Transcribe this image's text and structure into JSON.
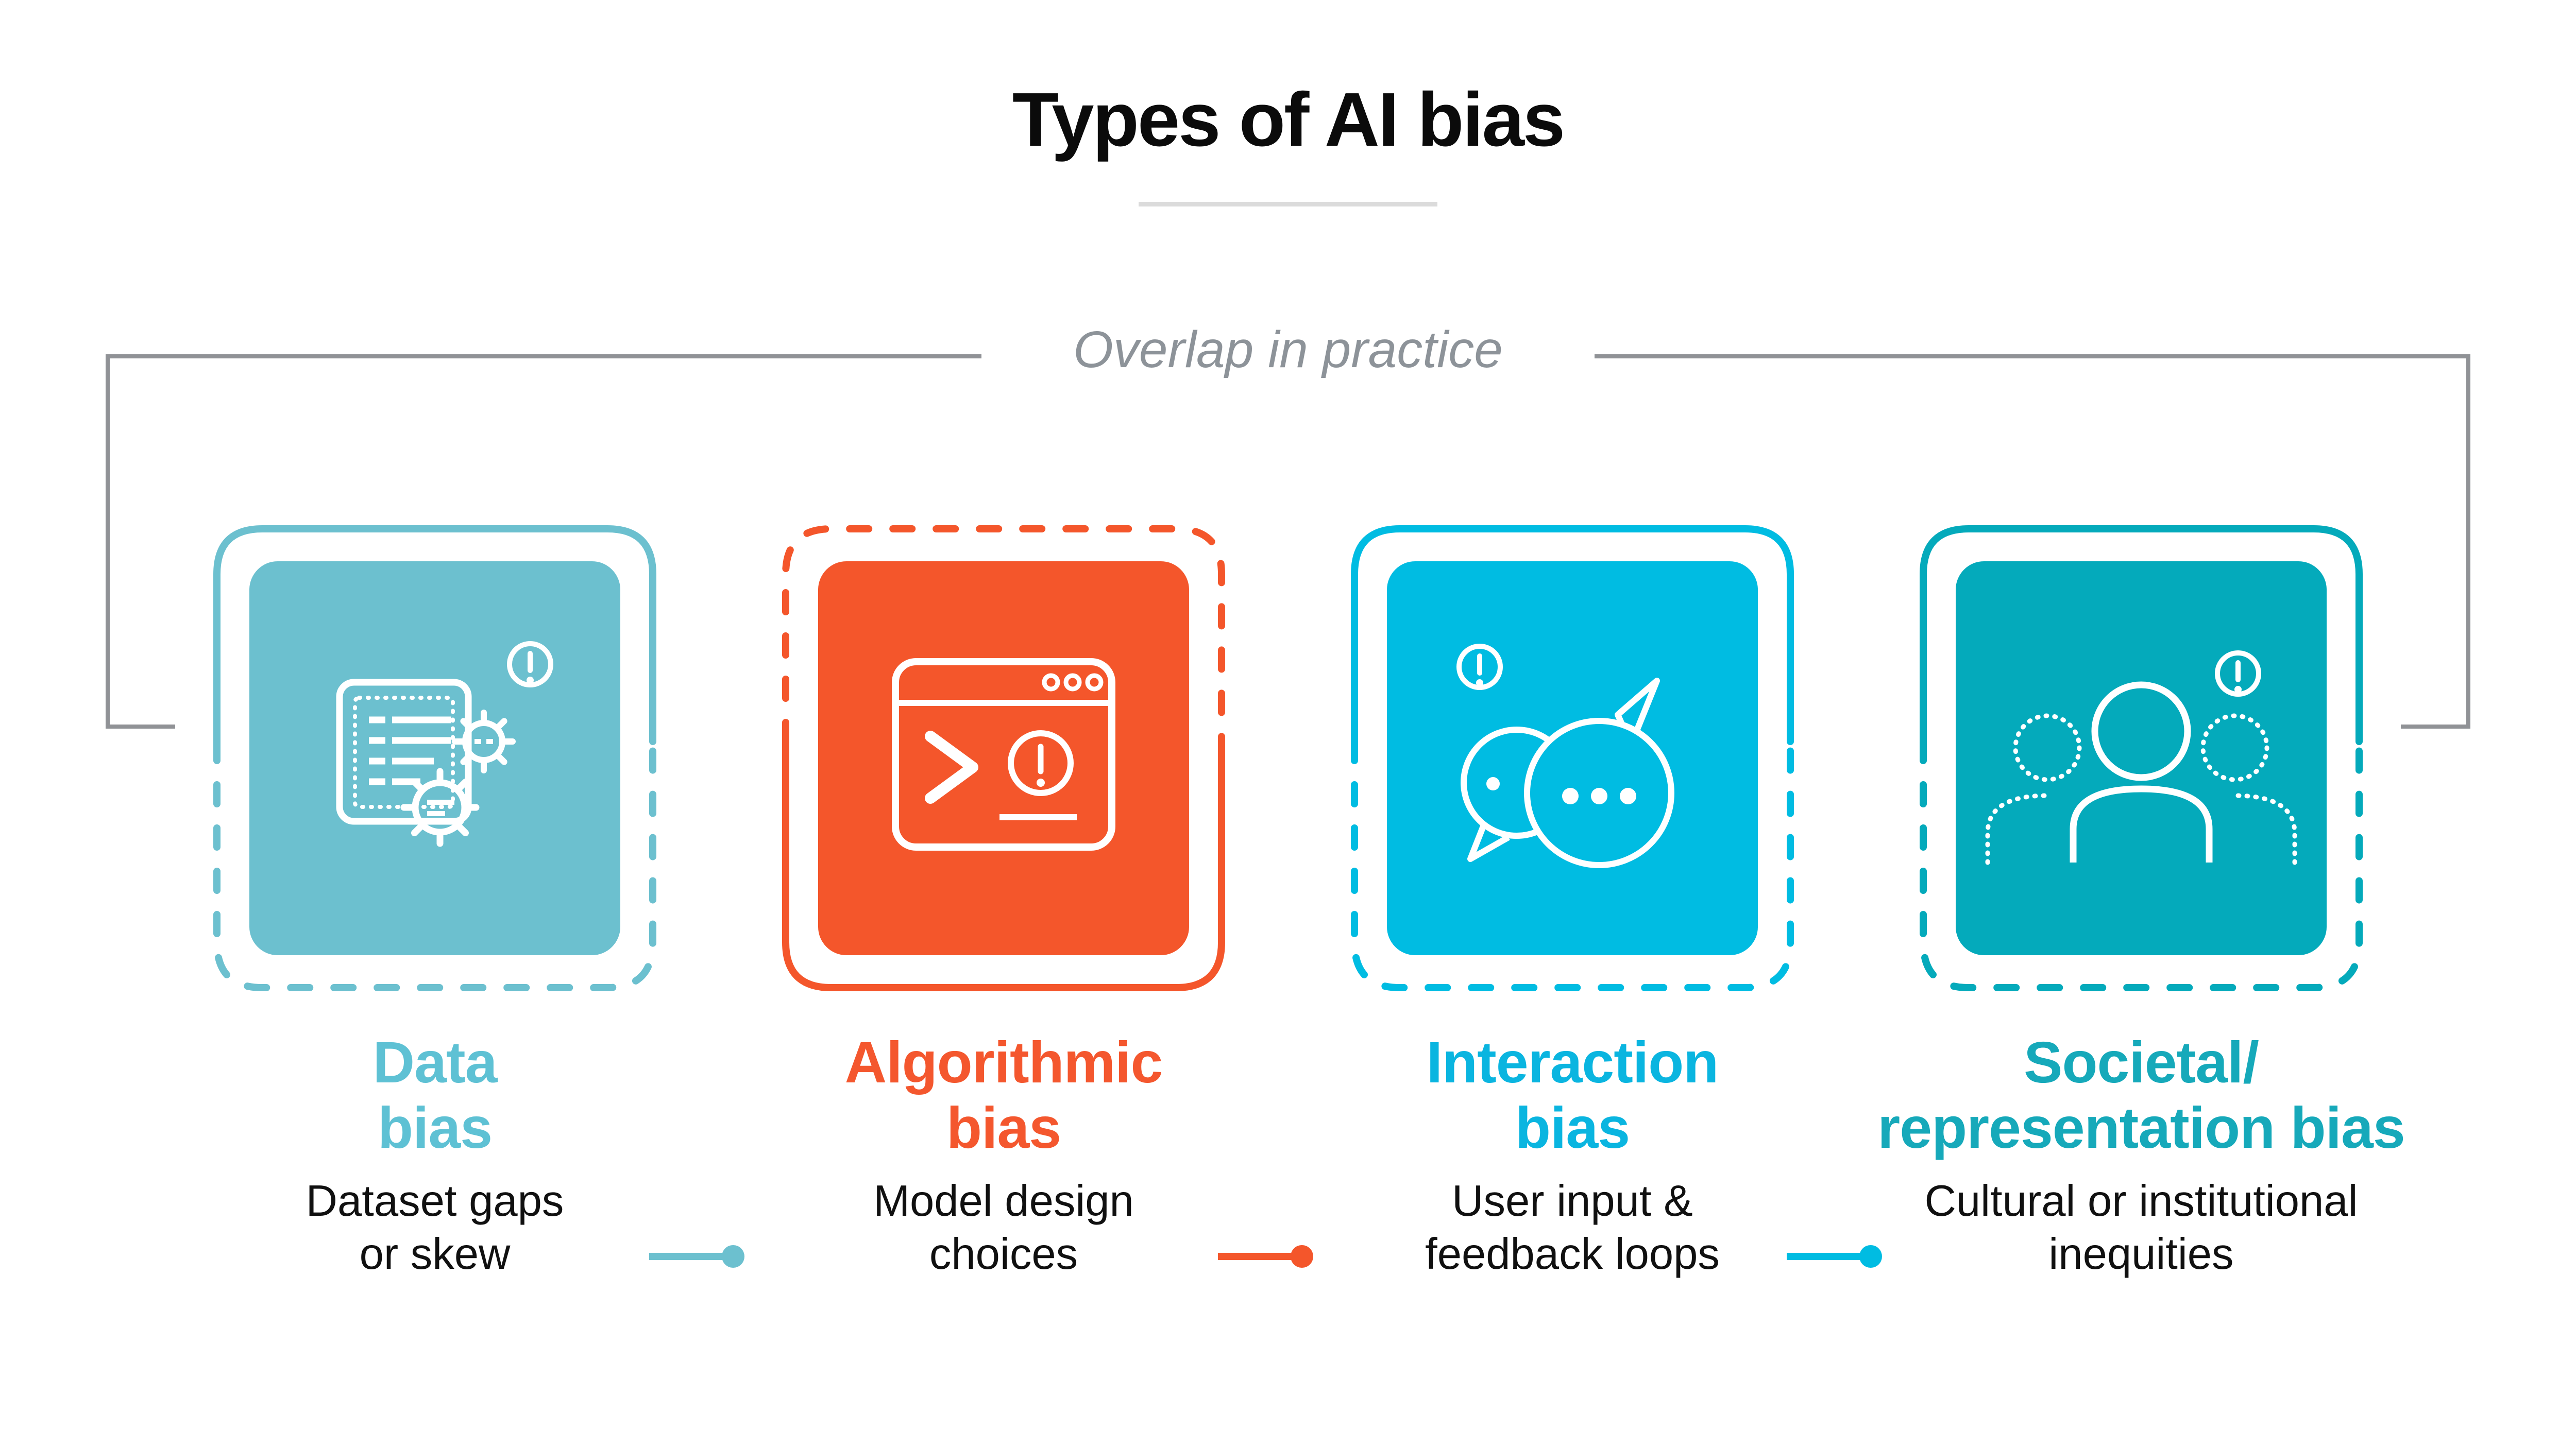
{
  "page": {
    "background": "#ffffff"
  },
  "title": {
    "text": "Types of AI bias",
    "color": "#0b0b0b",
    "underline_color": "#dbdbdb"
  },
  "overlap_label": {
    "text": "Overlap in practice",
    "color": "#8d9399",
    "bracket_color": "#909296"
  },
  "text_color": "#101010",
  "cards": [
    {
      "id": "data-bias",
      "accent_color": "#6cc0cf",
      "heading_color": "#5ec1d4",
      "title_lines": [
        "Data",
        "bias"
      ],
      "description_lines": [
        "Dataset gaps",
        "or skew"
      ],
      "icon": "document-with-gears-and-alert",
      "border": {
        "top": "solid",
        "bottom": "dashed"
      },
      "connector": "dot-line-right"
    },
    {
      "id": "algorithmic-bias",
      "accent_color": "#f4562b",
      "heading_color": "#f4572e",
      "title_lines": [
        "Algorithmic",
        "bias"
      ],
      "description_lines": [
        "Model design",
        "choices"
      ],
      "icon": "terminal-window-with-alert",
      "border": {
        "top": "dashed",
        "bottom": "solid"
      },
      "connector": "dot-line-right"
    },
    {
      "id": "interaction-bias",
      "accent_color": "#00bce2",
      "heading_color": "#0ab5e0",
      "title_lines": [
        "Interaction",
        "bias"
      ],
      "description_lines": [
        "User input &",
        "feedback loops"
      ],
      "icon": "chat-bubbles-with-alert",
      "border": {
        "top": "solid",
        "bottom": "dashed"
      },
      "connector": "dot-line-right"
    },
    {
      "id": "societal-representation-bias",
      "accent_color": "#04aabb",
      "heading_color": "#16a9ba",
      "title_lines": [
        "Societal/",
        "representation bias"
      ],
      "description_lines": [
        "Cultural or institutional",
        "inequities"
      ],
      "icon": "people-group-with-alert",
      "border": {
        "top": "solid",
        "bottom": "dashed"
      },
      "connector": "none"
    }
  ]
}
